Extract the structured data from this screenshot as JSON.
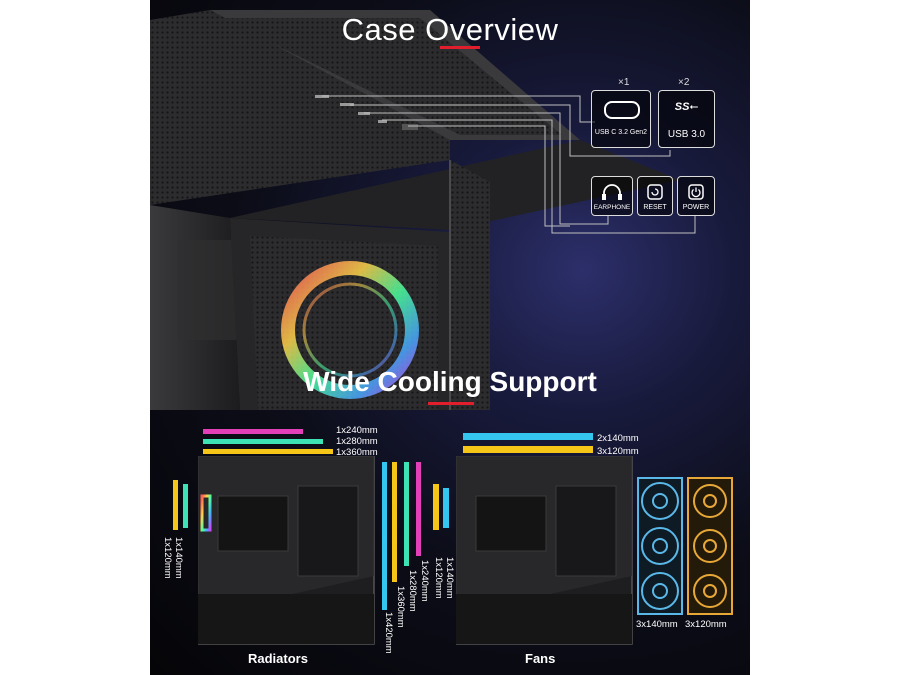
{
  "overview": {
    "title": "Case Overview",
    "ports": {
      "usbc": {
        "count": "×1",
        "label": "USB C 3.2 Gen2"
      },
      "usb3": {
        "count": "×2",
        "logo": "SS",
        "label": "USB 3.0"
      },
      "earphone": {
        "label": "EARPHONE",
        "icon": "headphone-icon"
      },
      "reset": {
        "label": "RESET",
        "icon": "reset-icon"
      },
      "power": {
        "label": "POWER",
        "icon": "power-icon"
      }
    }
  },
  "cooling": {
    "title": "Wide Cooling Support",
    "radiators": {
      "caption": "Radiators",
      "top": [
        "1x240mm",
        "1x280mm",
        "1x360mm"
      ],
      "rear": [
        "1x140mm",
        "1x120mm"
      ],
      "front": [
        "1x240mm",
        "1x280mm",
        "1x360mm",
        "1x420mm"
      ]
    },
    "fans": {
      "caption": "Fans",
      "top": [
        "2x140mm",
        "3x120mm"
      ],
      "rear": [
        "1x140mm",
        "1x120mm"
      ],
      "front": [
        "3x140mm",
        "3x120mm"
      ]
    }
  },
  "colors": {
    "accent": "#e01e2c",
    "magenta": "#e33fb9",
    "green": "#3de3b5",
    "yellow": "#f5c518",
    "cyan": "#35c6f0",
    "fan_blue": "#5ab8e8",
    "fan_gold": "#e8a838"
  }
}
